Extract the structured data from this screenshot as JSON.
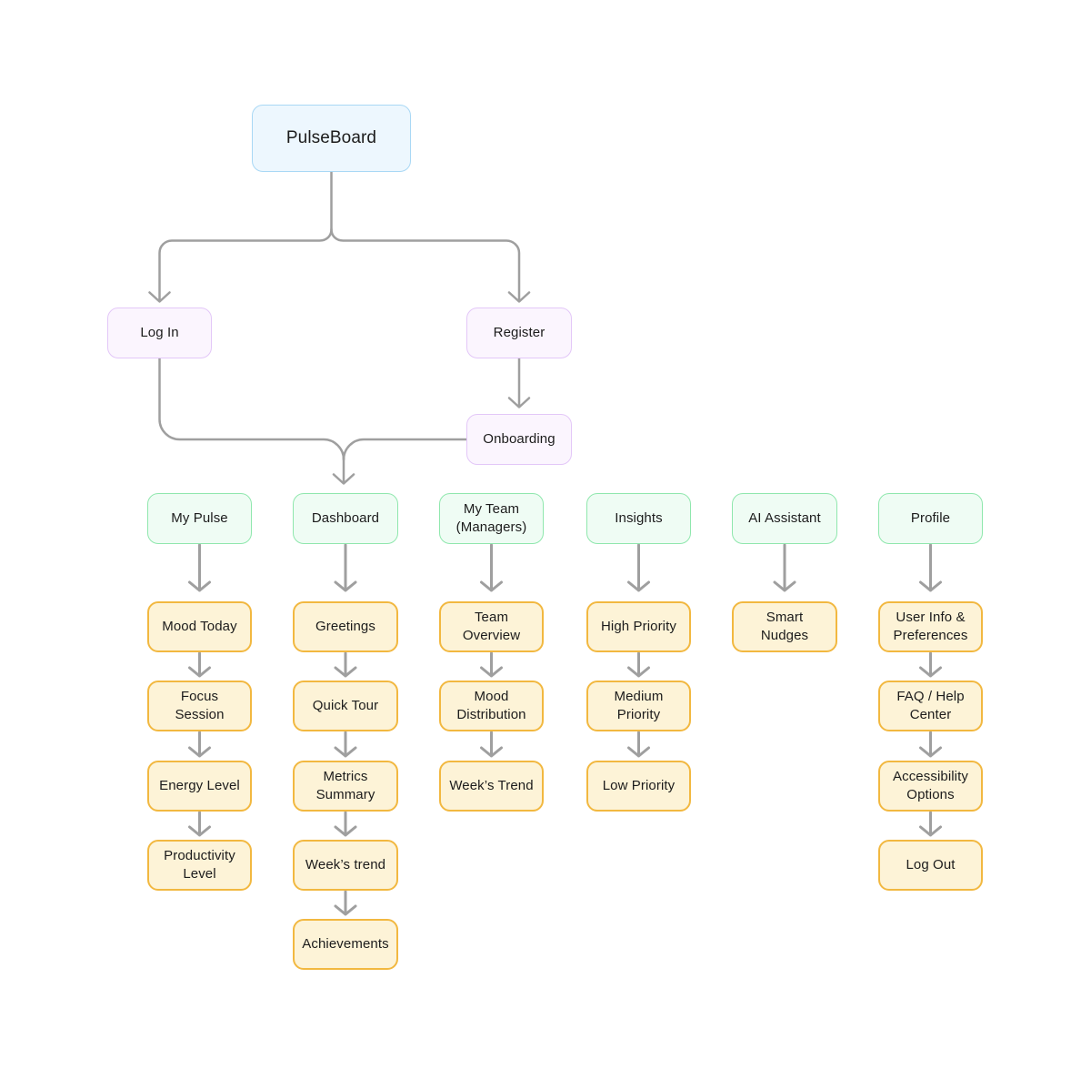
{
  "colors": {
    "text": "#1c1c1c",
    "connector": "#9f9f9f",
    "root_fill": "#edf7fe",
    "root_border": "#a9d8f5",
    "auth_fill": "#fbf5fe",
    "auth_border": "#e3c7f8",
    "section_fill": "#effcf4",
    "section_border": "#8fe7ad",
    "leaf_fill": "#fdf3d7",
    "leaf_border": "#f2b840"
  },
  "nodes": {
    "root": {
      "label": "PulseBoard"
    },
    "login": {
      "label": "Log In"
    },
    "register": {
      "label": "Register"
    },
    "onboarding": {
      "label": "Onboarding"
    }
  },
  "sections": [
    {
      "label": "My Pulse",
      "children": [
        "Mood Today",
        "Focus Session",
        "Energy Level",
        "Productivity Level"
      ]
    },
    {
      "label": "Dashboard",
      "children": [
        "Greetings",
        "Quick Tour",
        "Metrics Summary",
        "Week’s trend",
        "Achievements"
      ]
    },
    {
      "label": "My Team (Managers)",
      "children": [
        "Team Overview",
        "Mood Distribution",
        "Week’s Trend"
      ]
    },
    {
      "label": "Insights",
      "children": [
        "High Priority",
        "Medium Priority",
        "Low Priority"
      ]
    },
    {
      "label": "AI Assistant",
      "children": [
        "Smart Nudges"
      ]
    },
    {
      "label": "Profile",
      "children": [
        "User Info & Preferences",
        "FAQ / Help Center",
        "Accessibility Options",
        "Log Out"
      ]
    }
  ]
}
